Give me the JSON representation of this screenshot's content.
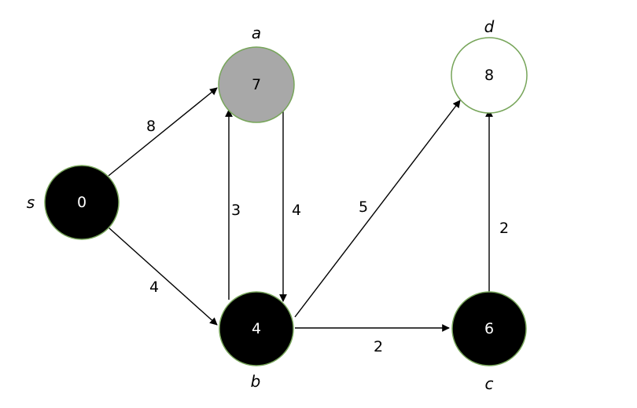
{
  "graph": {
    "type": "directed-weighted-graph",
    "node_border_color": "#77a55a",
    "nodes": [
      {
        "id": "s",
        "name": "s",
        "value": "0",
        "fill": "#000000",
        "text_color": "#ffffff"
      },
      {
        "id": "a",
        "name": "a",
        "value": "7",
        "fill": "#a8a8a8",
        "text_color": "#000000"
      },
      {
        "id": "b",
        "name": "b",
        "value": "4",
        "fill": "#000000",
        "text_color": "#ffffff"
      },
      {
        "id": "c",
        "name": "c",
        "value": "6",
        "fill": "#000000",
        "text_color": "#ffffff"
      },
      {
        "id": "d",
        "name": "d",
        "value": "8",
        "fill": "#ffffff",
        "text_color": "#000000"
      }
    ],
    "edges": [
      {
        "from": "s",
        "to": "a",
        "weight": "8"
      },
      {
        "from": "s",
        "to": "b",
        "weight": "4"
      },
      {
        "from": "b",
        "to": "a",
        "weight": "3"
      },
      {
        "from": "a",
        "to": "b",
        "weight": "4"
      },
      {
        "from": "b",
        "to": "d",
        "weight": "5"
      },
      {
        "from": "b",
        "to": "c",
        "weight": "2"
      },
      {
        "from": "c",
        "to": "d",
        "weight": "2"
      }
    ]
  }
}
